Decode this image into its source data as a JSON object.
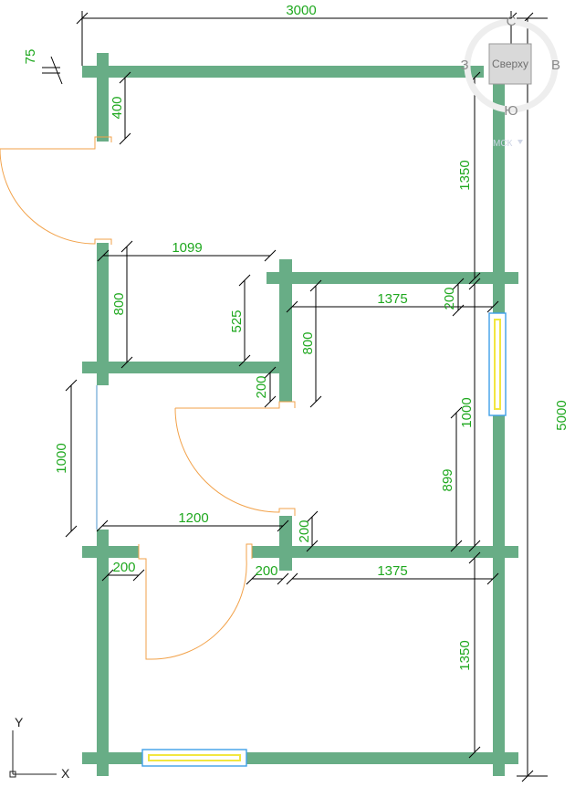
{
  "colors": {
    "wall": "#68ad86",
    "dimension_text": "#1fa81f",
    "dimension_line": "#000000",
    "door_swing": "#f2a24a",
    "window_frame": "#3ea0e8",
    "window_glass": "#f2e640"
  },
  "dimensions": {
    "overall_width": "3000",
    "overall_height": "5000",
    "wall_thickness": "75",
    "top_opening": "400",
    "top_right_height": "1350",
    "room_width": "1099",
    "room_height": "800",
    "step": "525",
    "closet_height": "800",
    "right_room_width": "1375",
    "right_small_200": "200",
    "window_height": "1000",
    "left_opening": "1000",
    "mid_right_height": "899",
    "door_width": "1200",
    "small_200_a": "200",
    "small_200_b": "200",
    "small_200_c": "200",
    "small_200_d": "200",
    "bottom_room_width": "1375",
    "bottom_right_height": "1350"
  },
  "viewcube": {
    "north": "С",
    "south": "Ю",
    "west": "З",
    "east": "В",
    "face": "Сверху",
    "wcs_menu": "МСК"
  },
  "ucs": {
    "x_label": "X",
    "y_label": "Y"
  }
}
